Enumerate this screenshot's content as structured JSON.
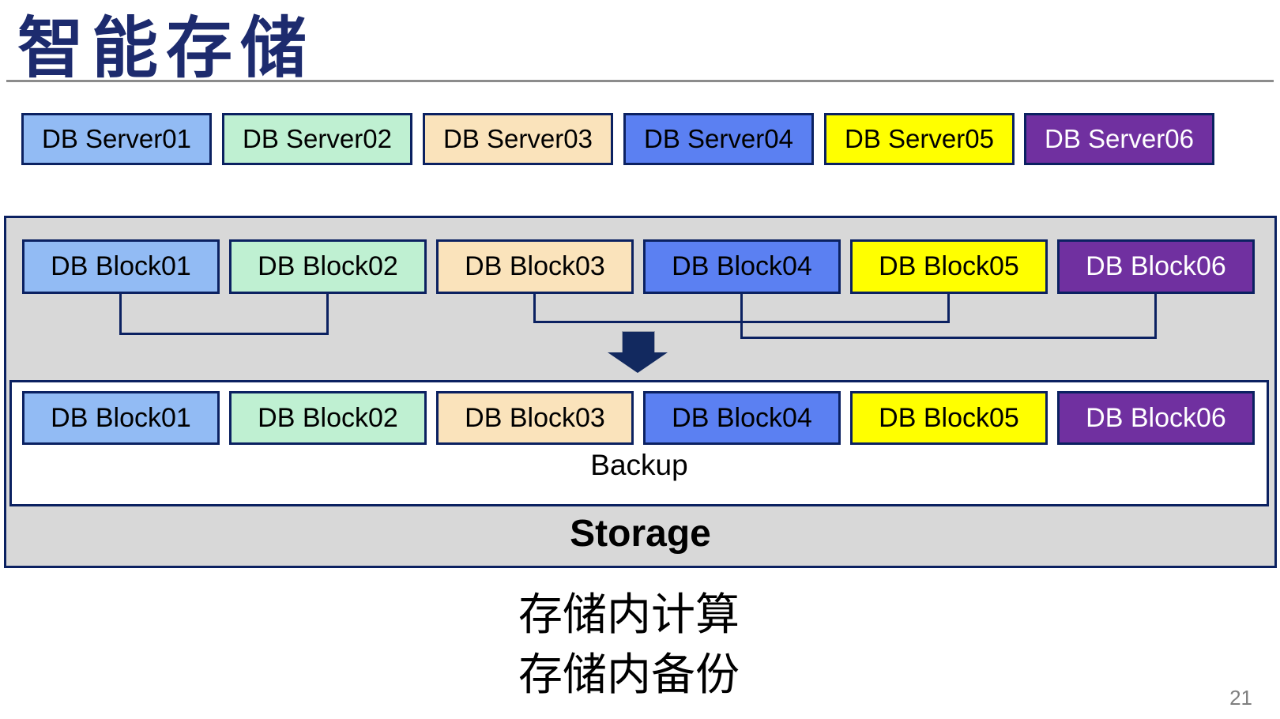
{
  "slide": {
    "title": "智能存储",
    "page_number": "21"
  },
  "palette": {
    "border_navy": "#0B2161",
    "title_color": "#1D2B6E",
    "container_fill": "#D8D8D8",
    "arrow_color": "#12295F",
    "rule_gray": "#8C8C8C",
    "page_number_gray": "#7F7F7F"
  },
  "servers": [
    {
      "label": "DB Server01",
      "bg": "#92BBF4",
      "fg": "#000000"
    },
    {
      "label": "DB Server02",
      "bg": "#BFF0D2",
      "fg": "#000000"
    },
    {
      "label": "DB Server03",
      "bg": "#FAE3BB",
      "fg": "#000000"
    },
    {
      "label": "DB Server04",
      "bg": "#5B80F2",
      "fg": "#000000"
    },
    {
      "label": "DB Server05",
      "bg": "#FFFF00",
      "fg": "#000000"
    },
    {
      "label": "DB Server06",
      "bg": "#7030A0",
      "fg": "#FFFFFF"
    }
  ],
  "blocks_top": [
    {
      "label": "DB Block01",
      "bg": "#92BBF4",
      "fg": "#000000"
    },
    {
      "label": "DB Block02",
      "bg": "#BFF0D2",
      "fg": "#000000"
    },
    {
      "label": "DB Block03",
      "bg": "#FAE3BB",
      "fg": "#000000"
    },
    {
      "label": "DB Block04",
      "bg": "#5B80F2",
      "fg": "#000000"
    },
    {
      "label": "DB Block05",
      "bg": "#FFFF00",
      "fg": "#000000"
    },
    {
      "label": "DB Block06",
      "bg": "#7030A0",
      "fg": "#FFFFFF"
    }
  ],
  "blocks_backup": [
    {
      "label": "DB Block01",
      "bg": "#92BBF4",
      "fg": "#000000"
    },
    {
      "label": "DB Block02",
      "bg": "#BFF0D2",
      "fg": "#000000"
    },
    {
      "label": "DB Block03",
      "bg": "#FAE3BB",
      "fg": "#000000"
    },
    {
      "label": "DB Block04",
      "bg": "#5B80F2",
      "fg": "#000000"
    },
    {
      "label": "DB Block05",
      "bg": "#FFFF00",
      "fg": "#000000"
    },
    {
      "label": "DB Block06",
      "bg": "#7030A0",
      "fg": "#FFFFFF"
    }
  ],
  "storage_box": {
    "backup_label": "Backup",
    "storage_label": "Storage"
  },
  "caption": {
    "line1": "存储内计算",
    "line2": "存储内备份"
  }
}
